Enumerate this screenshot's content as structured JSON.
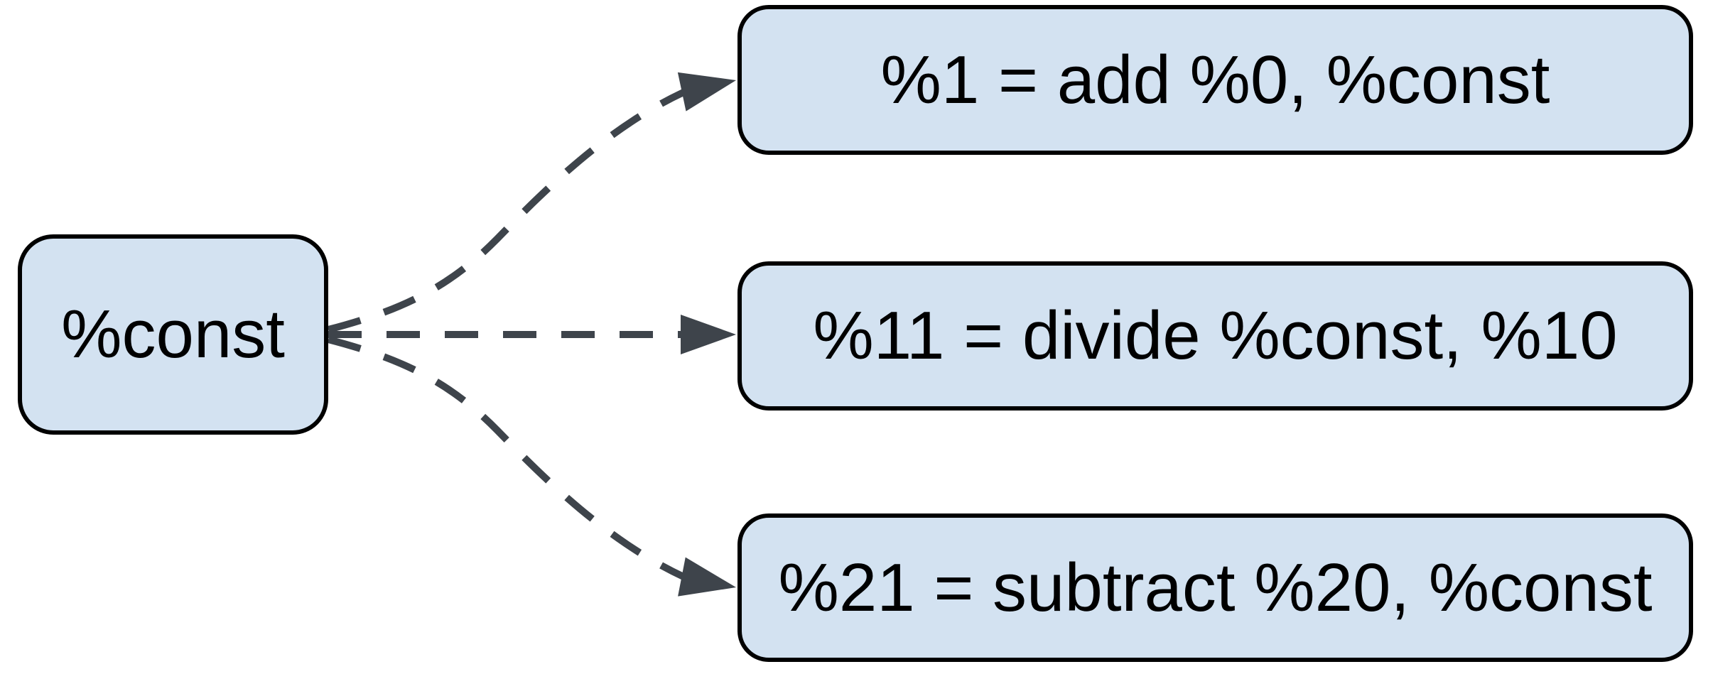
{
  "diagram": {
    "type": "use-def dataflow graph",
    "background": "#ffffff",
    "source_node": {
      "id": "const",
      "label": "%const"
    },
    "target_nodes": [
      {
        "id": "add",
        "label": "%1 = add %0, %const"
      },
      {
        "id": "divide",
        "label": "%11 = divide %const, %10"
      },
      {
        "id": "subtract",
        "label": "%21 = subtract %20, %const"
      }
    ],
    "edges": [
      {
        "from": "const",
        "to": "add",
        "style": "dashed",
        "arrow": "filled-triangle"
      },
      {
        "from": "const",
        "to": "divide",
        "style": "dashed",
        "arrow": "filled-triangle"
      },
      {
        "from": "const",
        "to": "subtract",
        "style": "dashed",
        "arrow": "filled-triangle"
      }
    ],
    "colors": {
      "node_fill": "#d3e2f1",
      "node_border": "#000000",
      "edge": "#3e444b",
      "text": "#000000",
      "background": "#ffffff"
    }
  }
}
